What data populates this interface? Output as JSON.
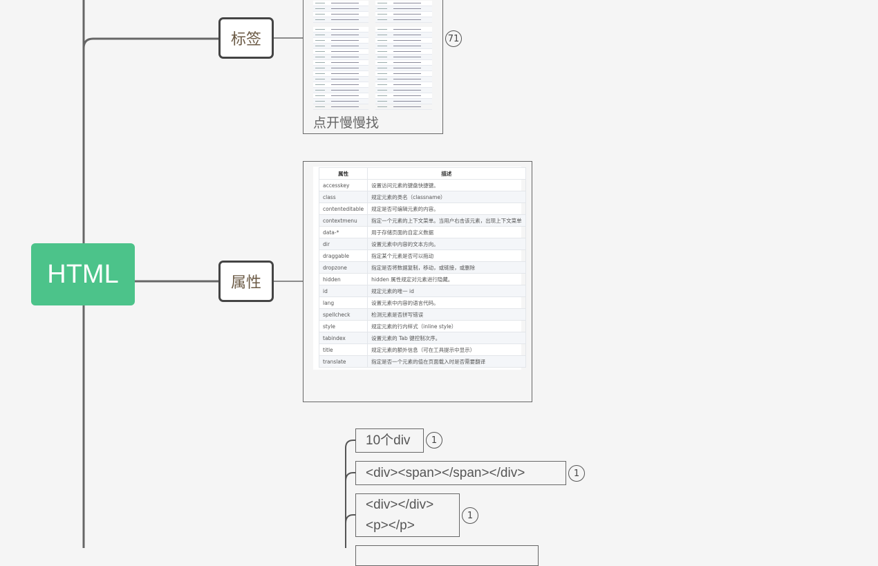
{
  "root": {
    "label": "HTML"
  },
  "topics": [
    {
      "label": "标签",
      "caption": "点开慢慢找",
      "badge": "71"
    },
    {
      "label": "属性"
    }
  ],
  "attr_table": {
    "headers": [
      "属性",
      "描述"
    ],
    "rows": [
      [
        "accesskey",
        "设置访问元素的键盘快捷键。"
      ],
      [
        "class",
        "规定元素的类名（classname）"
      ],
      [
        "contenteditable",
        "规定是否可编辑元素的内容。"
      ],
      [
        "contextmenu",
        "指定一个元素的上下文菜单。当用户右击该元素，出现上下文菜单"
      ],
      [
        "data-*",
        "用于存储页面的自定义数据"
      ],
      [
        "dir",
        "设置元素中内容的文本方向。"
      ],
      [
        "draggable",
        "指定某个元素是否可以拖动"
      ],
      [
        "dropzone",
        "指定是否将数据复制，移动，或链接，或删除"
      ],
      [
        "hidden",
        "hidden 属性规定对元素进行隐藏。"
      ],
      [
        "id",
        "规定元素的唯一 id"
      ],
      [
        "lang",
        "设置元素中内容的语言代码。"
      ],
      [
        "spellcheck",
        "检测元素是否拼写错误"
      ],
      [
        "style",
        "规定元素的行内样式（inline style）"
      ],
      [
        "tabindex",
        "设置元素的 Tab 键控制次序。"
      ],
      [
        "title",
        "规定元素的额外信息（可在工具提示中显示）"
      ],
      [
        "translate",
        "指定是否一个元素的值在页面载入时是否需要翻译"
      ]
    ]
  },
  "subtopics": [
    {
      "label": "10个div",
      "badge": "1"
    },
    {
      "label": "<div><span></span></div>",
      "badge": "1"
    },
    {
      "label": "<div></div>\n<p></p>",
      "badge": "1"
    }
  ],
  "colors": {
    "root": "#4cc38a",
    "line": "#666666",
    "topic_text": "#6b5a45"
  }
}
